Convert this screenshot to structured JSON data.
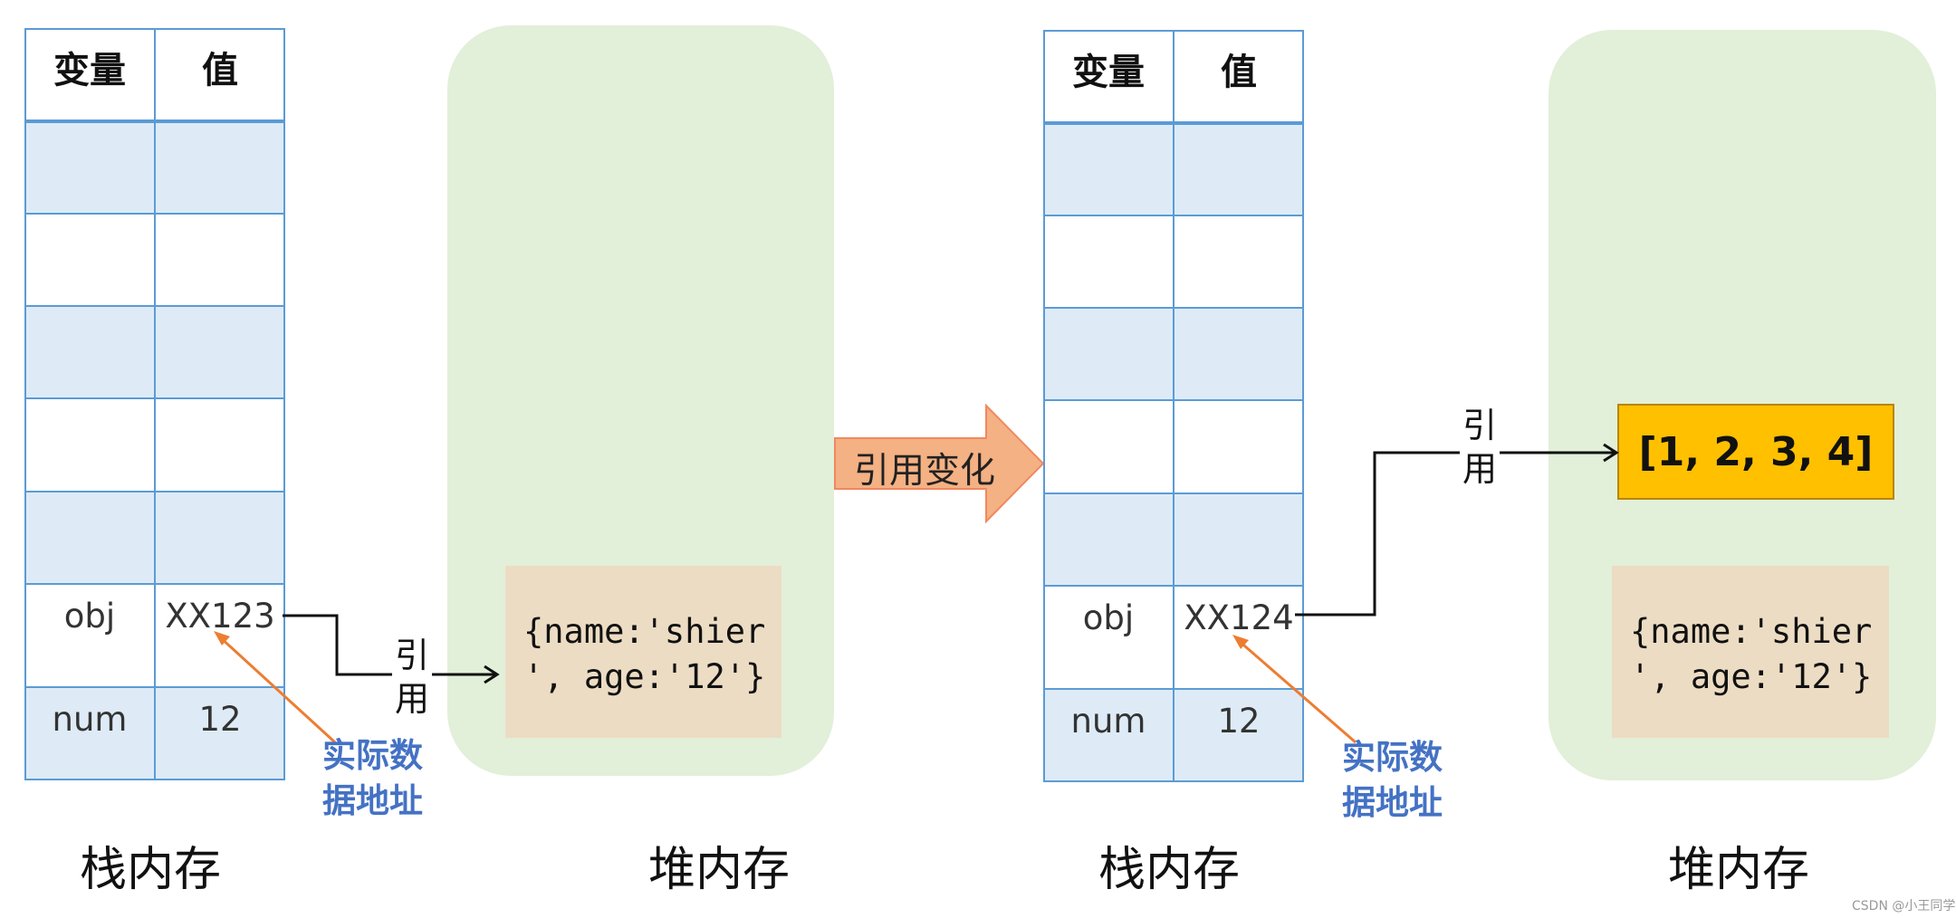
{
  "left": {
    "table": {
      "header": {
        "var": "变量",
        "val": "值"
      },
      "rows": [
        {
          "var": "",
          "val": ""
        },
        {
          "var": "",
          "val": ""
        },
        {
          "var": "",
          "val": ""
        },
        {
          "var": "",
          "val": ""
        },
        {
          "var": "",
          "val": ""
        },
        {
          "var": "obj",
          "val": "XX123"
        },
        {
          "var": "num",
          "val": "12"
        }
      ]
    },
    "ref_label": "引\n用",
    "addr_note": "实际数\n据地址",
    "heap_object": "{name:'shier\n', age:'12'}",
    "stack_label": "栈内存",
    "heap_label": "堆内存"
  },
  "transition_label": "引用变化",
  "right": {
    "table": {
      "header": {
        "var": "变量",
        "val": "值"
      },
      "rows": [
        {
          "var": "",
          "val": ""
        },
        {
          "var": "",
          "val": ""
        },
        {
          "var": "",
          "val": ""
        },
        {
          "var": "",
          "val": ""
        },
        {
          "var": "",
          "val": ""
        },
        {
          "var": "obj",
          "val": "XX124"
        },
        {
          "var": "num",
          "val": "12"
        }
      ]
    },
    "ref_label": "引\n用",
    "addr_note": "实际数\n据地址",
    "heap_array": "[1, 2, 3, 4]",
    "heap_object": "{name:'shier\n', age:'12'}",
    "stack_label": "栈内存",
    "heap_label": "堆内存"
  },
  "watermark": "CSDN @小王同学",
  "colors": {
    "table_border": "#5b9bd5",
    "row_shade": "#deebf7",
    "heap_bg": "#e2efd9",
    "object_bg": "#ecdcc3",
    "array_bg": "#ffc000",
    "transition_arrow": "#f4b183",
    "annotation_text": "#4472c4",
    "annotation_arrow": "#ed7d31"
  }
}
